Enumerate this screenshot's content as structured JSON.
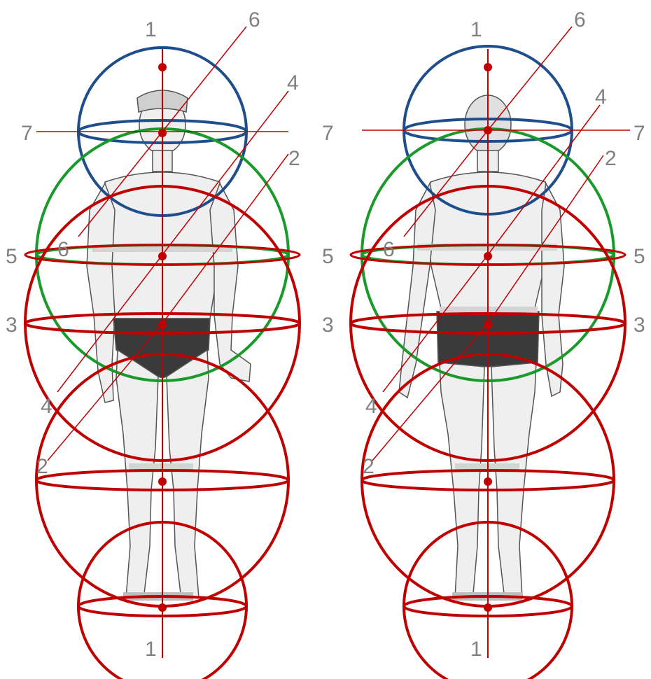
{
  "diagram": {
    "colors": {
      "axis": "#c00000",
      "head_sphere": "#1f4e8c",
      "torso_sphere": "#1a9a2a",
      "body_sphere": "#c00000",
      "skin_fill": "#efefef",
      "skin_shade": "#cfcfcf",
      "outline": "#555555",
      "briefs": "#3a3a3a",
      "label": "#808080",
      "marker_band": "#d4d4d4"
    },
    "figures": [
      {
        "view": "front",
        "labels": {
          "top_1": "1",
          "bottom_1": "1",
          "top_6": "6",
          "inner_6": "6",
          "left_7": "7",
          "right_4": "4",
          "lower_4": "4",
          "right_2": "2",
          "lower_2": "2",
          "left_5": "5",
          "left_3": "3"
        }
      },
      {
        "view": "back",
        "labels": {
          "top_1": "1",
          "bottom_1": "1",
          "top_6": "6",
          "inner_6": "6",
          "left_7": "7",
          "right_7": "7",
          "right_4": "4",
          "lower_4": "4",
          "right_2": "2",
          "lower_2": "2",
          "right_5": "5",
          "left_3": "3",
          "right_3": "3"
        }
      }
    ]
  }
}
